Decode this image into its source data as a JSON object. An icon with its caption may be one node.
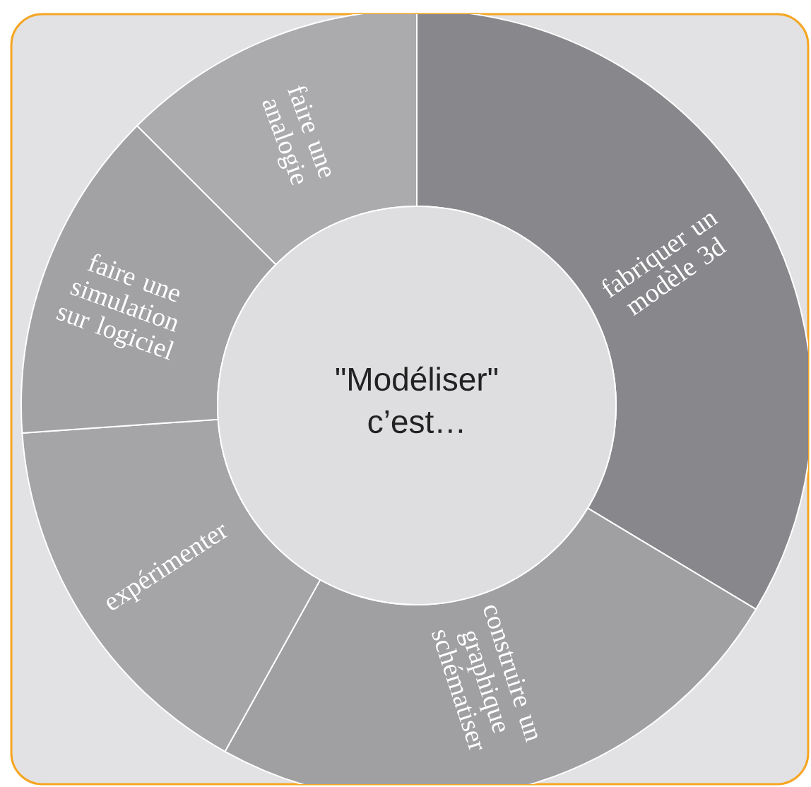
{
  "diagram": {
    "nodes": [
      {
        "text": [
          "\"Modéliser\" c’est…"
        ]
      },
      {
        "text": [
          "fabriquer un modèle 3d"
        ]
      },
      {
        "text": [
          "construire un graphique schématiser"
        ]
      },
      {
        "text": [
          "expérimenter"
        ]
      },
      {
        "text": [
          "faire une simulation sur logiciel"
        ]
      },
      {
        "text": [
          "faire une analogie"
        ]
      }
    ]
  }
}
